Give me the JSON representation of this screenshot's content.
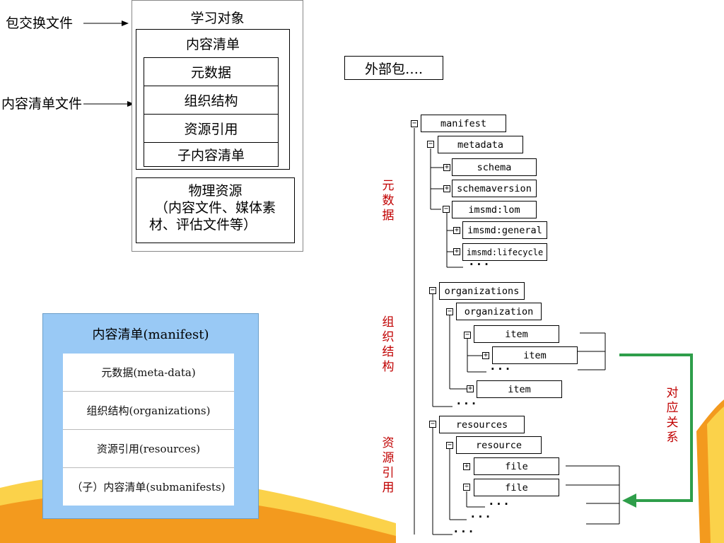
{
  "colors": {
    "panel_blue": "#99c9f5",
    "arrow_green": "#2e9e4a",
    "text_red": "#c00000",
    "accent_orange": "#f0a020"
  },
  "left_diagram": {
    "pkg_file_label": "包交换文件",
    "manifest_file_label": "内容清单文件",
    "learning_object": "学习对象",
    "manifest": "内容清单",
    "manifest_items": [
      "元数据",
      "组织结构",
      "资源引用",
      "子内容清单"
    ],
    "physical_resources": [
      "物理资源",
      "（内容文件、媒体素",
      "材、评估文件等）"
    ]
  },
  "external_pkg": "外部包….",
  "blue_panel": {
    "title": "内容清单(manifest)",
    "rows": [
      "元数据(meta-data)",
      "组织结构(organizations)",
      "资源引用(resources)",
      "（子）内容清单(submanifests)"
    ]
  },
  "tree": {
    "manifest": "manifest",
    "metadata": "metadata",
    "schema": "schema",
    "schemaversion": "schemaversion",
    "imsmd_lom": "imsmd:lom",
    "imsmd_general": "imsmd:general",
    "imsmd_lifecycle": "imsmd:lifecycle",
    "organizations": "organizations",
    "organization": "organization",
    "item1": "item",
    "item2": "item",
    "item3": "item",
    "resources": "resources",
    "resource": "resource",
    "file1": "file",
    "file2": "file",
    "ellipsis": "···"
  },
  "side_labels": {
    "metadata": "元数据",
    "organizations": "组织结构",
    "resources": "资源引用",
    "mapping": "对应关系"
  }
}
